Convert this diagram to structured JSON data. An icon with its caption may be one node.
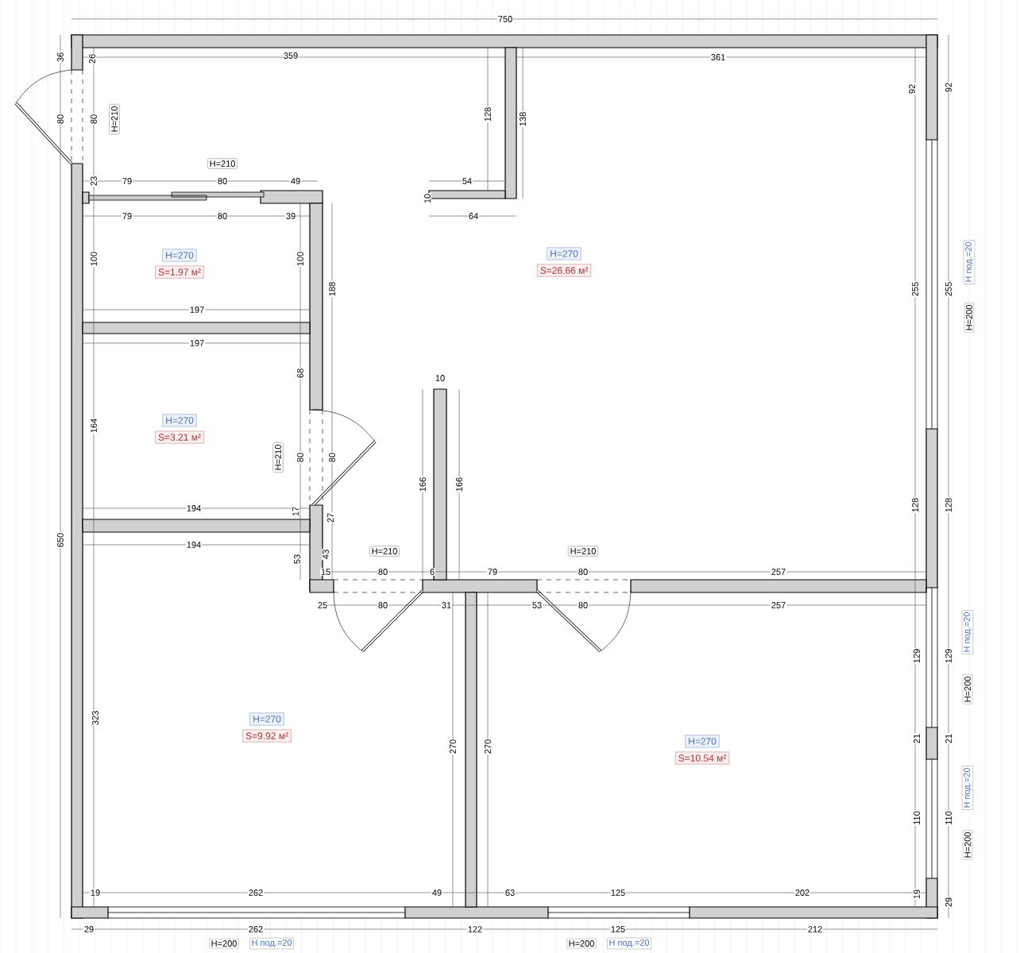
{
  "diagram": {
    "nodes": [
      {
        "text": [
          "H=270",
          "S=1.97 м²"
        ]
      },
      {
        "text": [
          "H=270",
          "S=26.66 м²"
        ]
      },
      {
        "text": [
          "H=270",
          "S=3.21 м²"
        ]
      },
      {
        "text": [
          "H=270",
          "S=9.92 м²"
        ]
      },
      {
        "text": [
          "H=270",
          "S=10.54 м²"
        ]
      }
    ],
    "labels": [
      "750",
      "36",
      "26",
      "359",
      "361",
      "92",
      "92",
      "80",
      "80",
      "H=210",
      "128",
      "138",
      "H=210",
      "23",
      "79",
      "80",
      "49",
      "54",
      "10",
      "79",
      "80",
      "39",
      "64",
      "100",
      "100",
      "H под.=20",
      "188",
      "255",
      "255",
      "H=200",
      "197",
      "197",
      "68",
      "10",
      "164",
      "H=210",
      "80",
      "80",
      "166",
      "166",
      "128",
      "128",
      "194",
      "17",
      "27",
      "650",
      "194",
      "53",
      "43",
      "H=210",
      "H=210",
      "15",
      "80",
      "6",
      "79",
      "80",
      "257",
      "25",
      "80",
      "31",
      "53",
      "80",
      "257",
      "H под.=20",
      "129",
      "129",
      "H=200",
      "323",
      "21",
      "21",
      "270",
      "270",
      "H под.=20",
      "110",
      "110",
      "H=200",
      "19",
      "262",
      "49",
      "63",
      "125",
      "202",
      "19",
      "29",
      "29",
      "262",
      "122",
      "125",
      "212",
      "H=200",
      "H под.=20",
      "H=200",
      "H под.=20"
    ]
  }
}
